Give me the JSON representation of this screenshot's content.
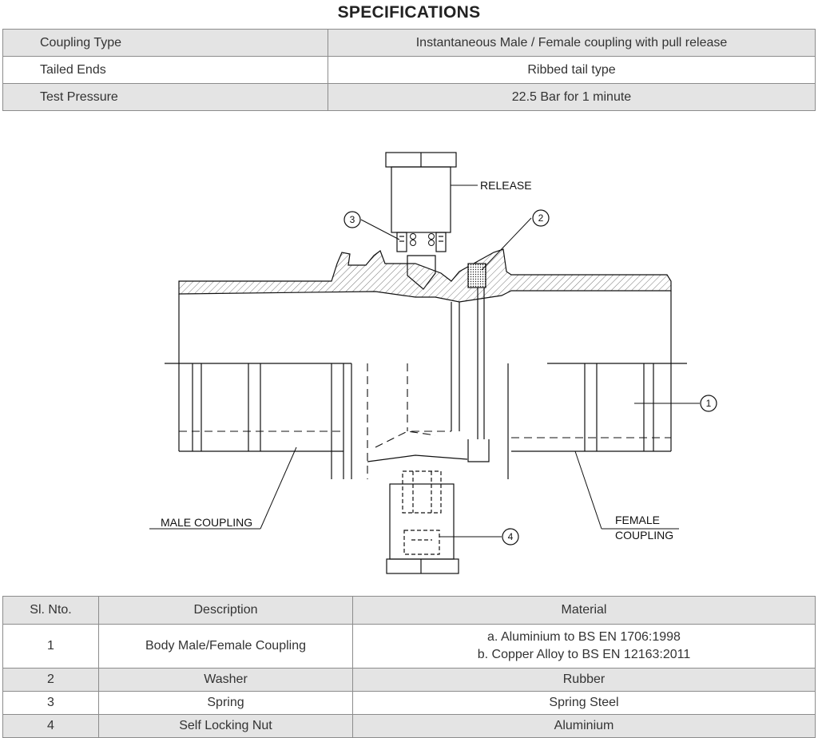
{
  "title": "SPECIFICATIONS",
  "specs": [
    {
      "key": "Coupling Type",
      "value": "Instantaneous  Male / Female coupling with pull release"
    },
    {
      "key": "Tailed Ends",
      "value": "Ribbed tail type"
    },
    {
      "key": "Test Pressure",
      "value": "22.5 Bar for 1 minute"
    }
  ],
  "diagram": {
    "release_label": "RELEASE",
    "male_label": "MALE COUPLING",
    "female_label_1": "FEMALE",
    "female_label_2": "COUPLING",
    "callouts": [
      "1",
      "2",
      "3",
      "4"
    ]
  },
  "parts_table": {
    "headers": [
      "Sl. Nto.",
      "Description",
      "Material"
    ],
    "rows": [
      {
        "no": "1",
        "description": "Body Male/Female Coupling",
        "material_a": "a. Aluminium to BS EN 1706:1998",
        "material_b": "b. Copper Alloy to BS EN 12163:2011"
      },
      {
        "no": "2",
        "description": "Washer",
        "material": "Rubber"
      },
      {
        "no": "3",
        "description": "Spring",
        "material": "Spring Steel"
      },
      {
        "no": "4",
        "description": "Self Locking Nut",
        "material": "Aluminium"
      }
    ]
  }
}
